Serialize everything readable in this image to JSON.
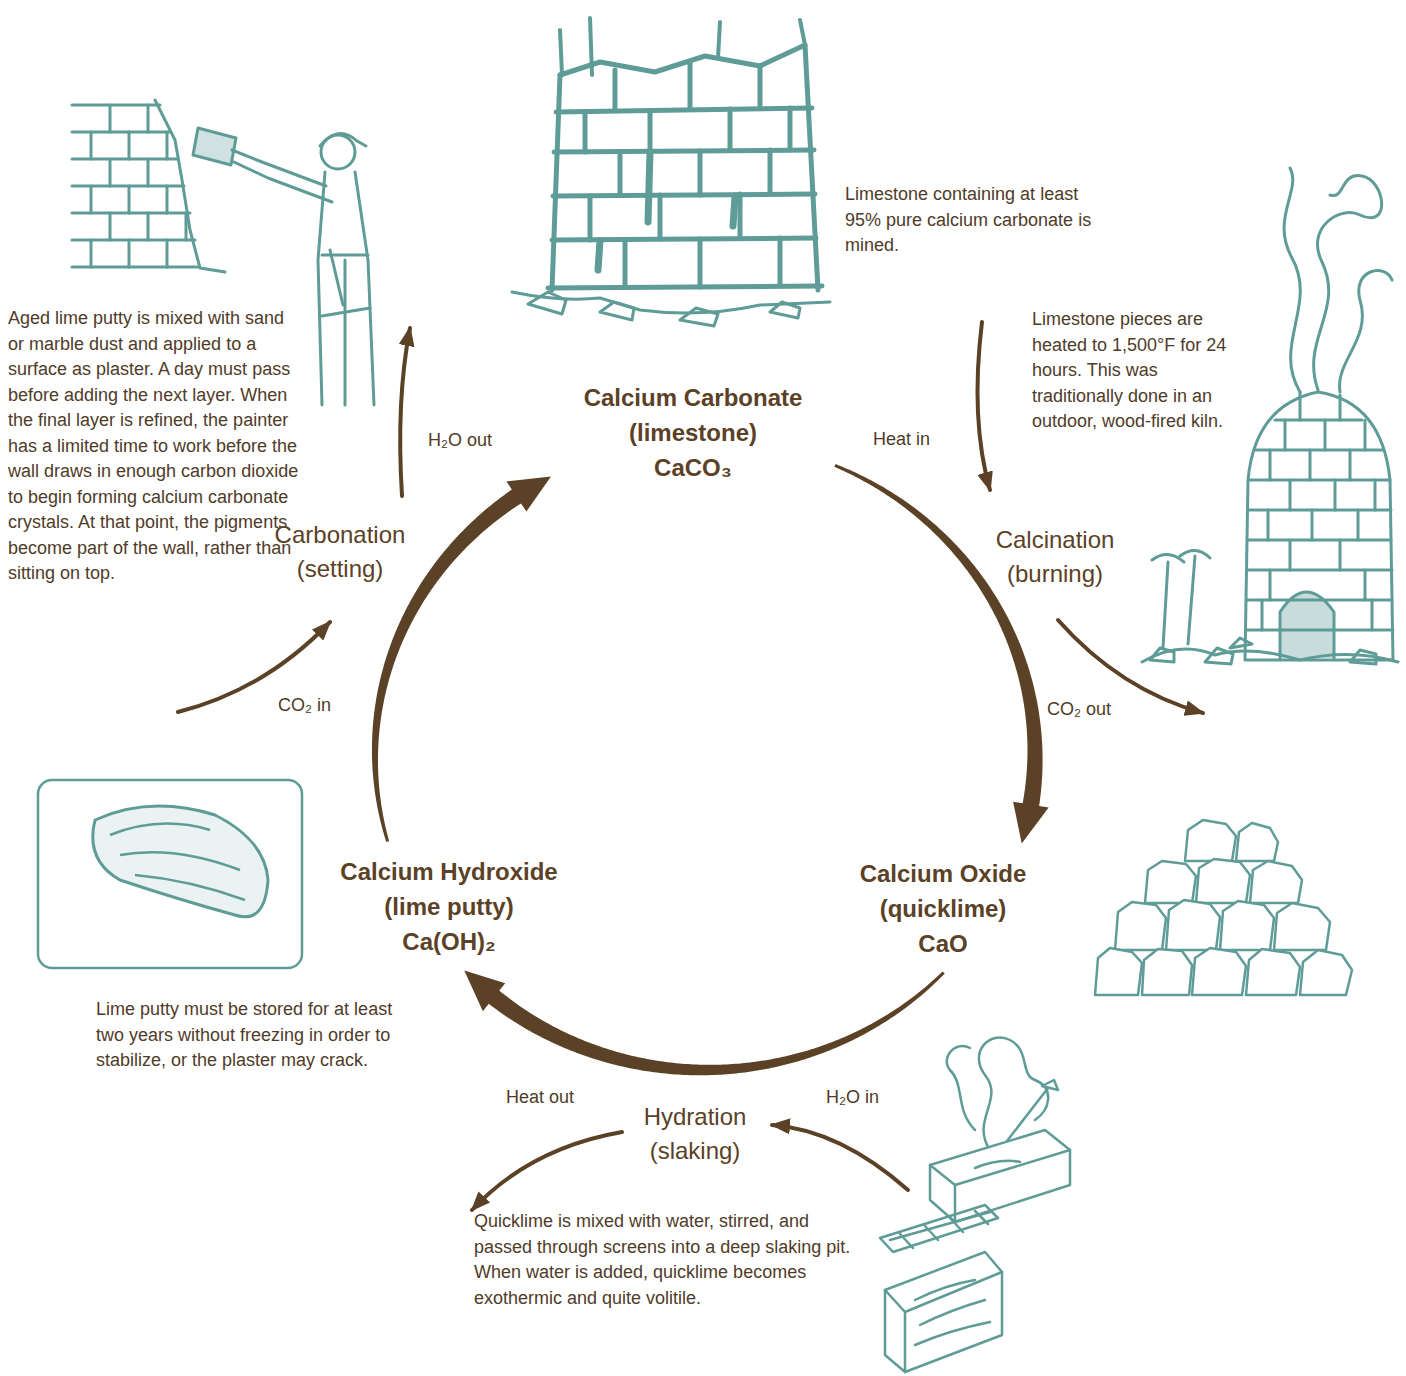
{
  "diagram": {
    "nodes": [
      {
        "text": [
          "Calcium Carbonate (limestone)",
          "CaCO₃"
        ]
      },
      {
        "text": [
          "Calcium Oxide (quicklime)",
          "CaO"
        ]
      },
      {
        "text": [
          "Calcium Hydroxide (lime putty)",
          "Ca(OH)₂"
        ]
      }
    ],
    "edges": [
      {
        "from": 0,
        "to": 1,
        "label": "Calcination (burning)",
        "arrow": "to"
      },
      {
        "from": 1,
        "to": 2,
        "label": "Hydration (slaking)",
        "arrow": "to"
      },
      {
        "from": 2,
        "to": 0,
        "label": "Carbonation (setting)",
        "arrow": "to"
      }
    ],
    "labels": [
      "Limestone containing at least 95% pure calcium carbonate is mined.",
      "Heat in",
      "Limestone pieces are heated to 1,500°F for 24 hours. This was traditionally done in an outdoor, wood-fired kiln.",
      "CO₂ out",
      "H₂O in",
      "Heat out",
      "Quicklime is mixed with water, stirred, and passed through screens into a deep slaking pit. When water is added, quicklime becomes exothermic and quite volitile.",
      "Lime putty must be stored for at least two years without freezing in order to stabilize, or the plaster may crack.",
      "CO₂ in",
      "H₂O out",
      "Aged lime putty is mixed with sand or marble dust and applied to a surface as plaster. A day must pass before adding the next layer. When the final layer is refined, the painter has a limited time to work before the wall draws in enough carbon dioxide to begin forming calcium carbonate crystals. At that point, the pigments become part of the wall, rather than sitting on top."
    ]
  }
}
